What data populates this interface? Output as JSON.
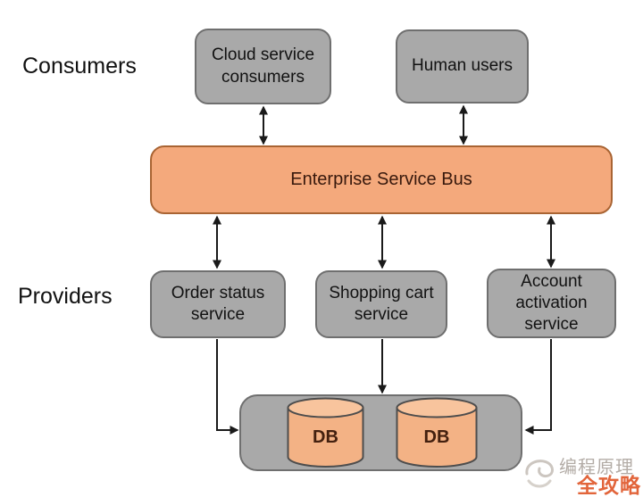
{
  "labels": {
    "consumers": "Consumers",
    "providers": "Providers"
  },
  "nodes": {
    "cloud_consumers": {
      "label": "Cloud service consumers"
    },
    "human_users": {
      "label": "Human users"
    },
    "esb": {
      "label": "Enterprise Service Bus"
    },
    "order_status": {
      "label": "Order status service"
    },
    "shopping_cart": {
      "label": "Shopping cart service"
    },
    "account_activation": {
      "label": "Account activation service"
    }
  },
  "databases": {
    "db1": "DB",
    "db2": "DB"
  },
  "watermark": {
    "brand": "编程原理",
    "highlight": "全攻略",
    "logo": "swirl-logo-icon"
  },
  "colors": {
    "box_fill": "#a9a9a9",
    "box_border": "#6f6f6f",
    "esb_fill": "#f4a97c",
    "esb_border": "#a96433",
    "esb_text": "#38190d",
    "cylinder_fill": "#f3b285",
    "cylinder_top_fill": "#f8c49d",
    "cylinder_border": "#4d4d4d",
    "db_text": "#43200f",
    "arrow": "#1a1a1a",
    "watermark_gray": "#b3aca6",
    "watermark_orange": "#e2653b"
  }
}
